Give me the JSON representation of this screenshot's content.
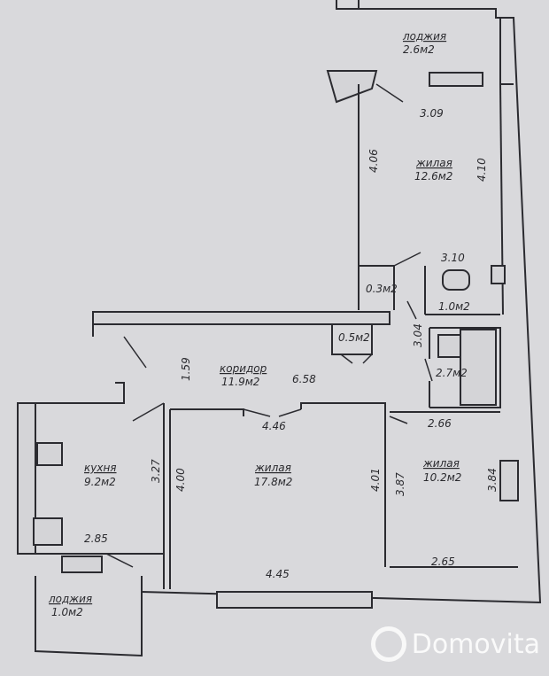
{
  "rooms": {
    "loggia_top": {
      "name": "лоджия",
      "area": "2.6м2"
    },
    "bedroom_top": {
      "name": "жилая",
      "area": "12.6м2"
    },
    "corridor": {
      "name": "коридор",
      "area": "11.9м2"
    },
    "kitchen": {
      "name": "кухня",
      "area": "9.2м2"
    },
    "living": {
      "name": "жилая",
      "area": "17.8м2"
    },
    "bedroom_right": {
      "name": "жилая",
      "area": "10.2м2"
    },
    "loggia_bottom": {
      "name": "лоджия",
      "area": "1.0м2"
    },
    "closet_small": {
      "area": "0.3м2"
    },
    "bath_small": {
      "area": "1.0м2"
    },
    "closet": {
      "area": "0.5м2"
    },
    "bath": {
      "area": "2.7м2"
    }
  },
  "dimensions": [
    "3.09",
    "4.06",
    "4.10",
    "3.10",
    "3.04",
    "1.59",
    "6.58",
    "4.46",
    "2.66",
    "3.27",
    "4.00",
    "4.01",
    "3.87",
    "3.84",
    "2.85",
    "4.45",
    "2.65"
  ],
  "watermark": {
    "text": "Domovita"
  }
}
